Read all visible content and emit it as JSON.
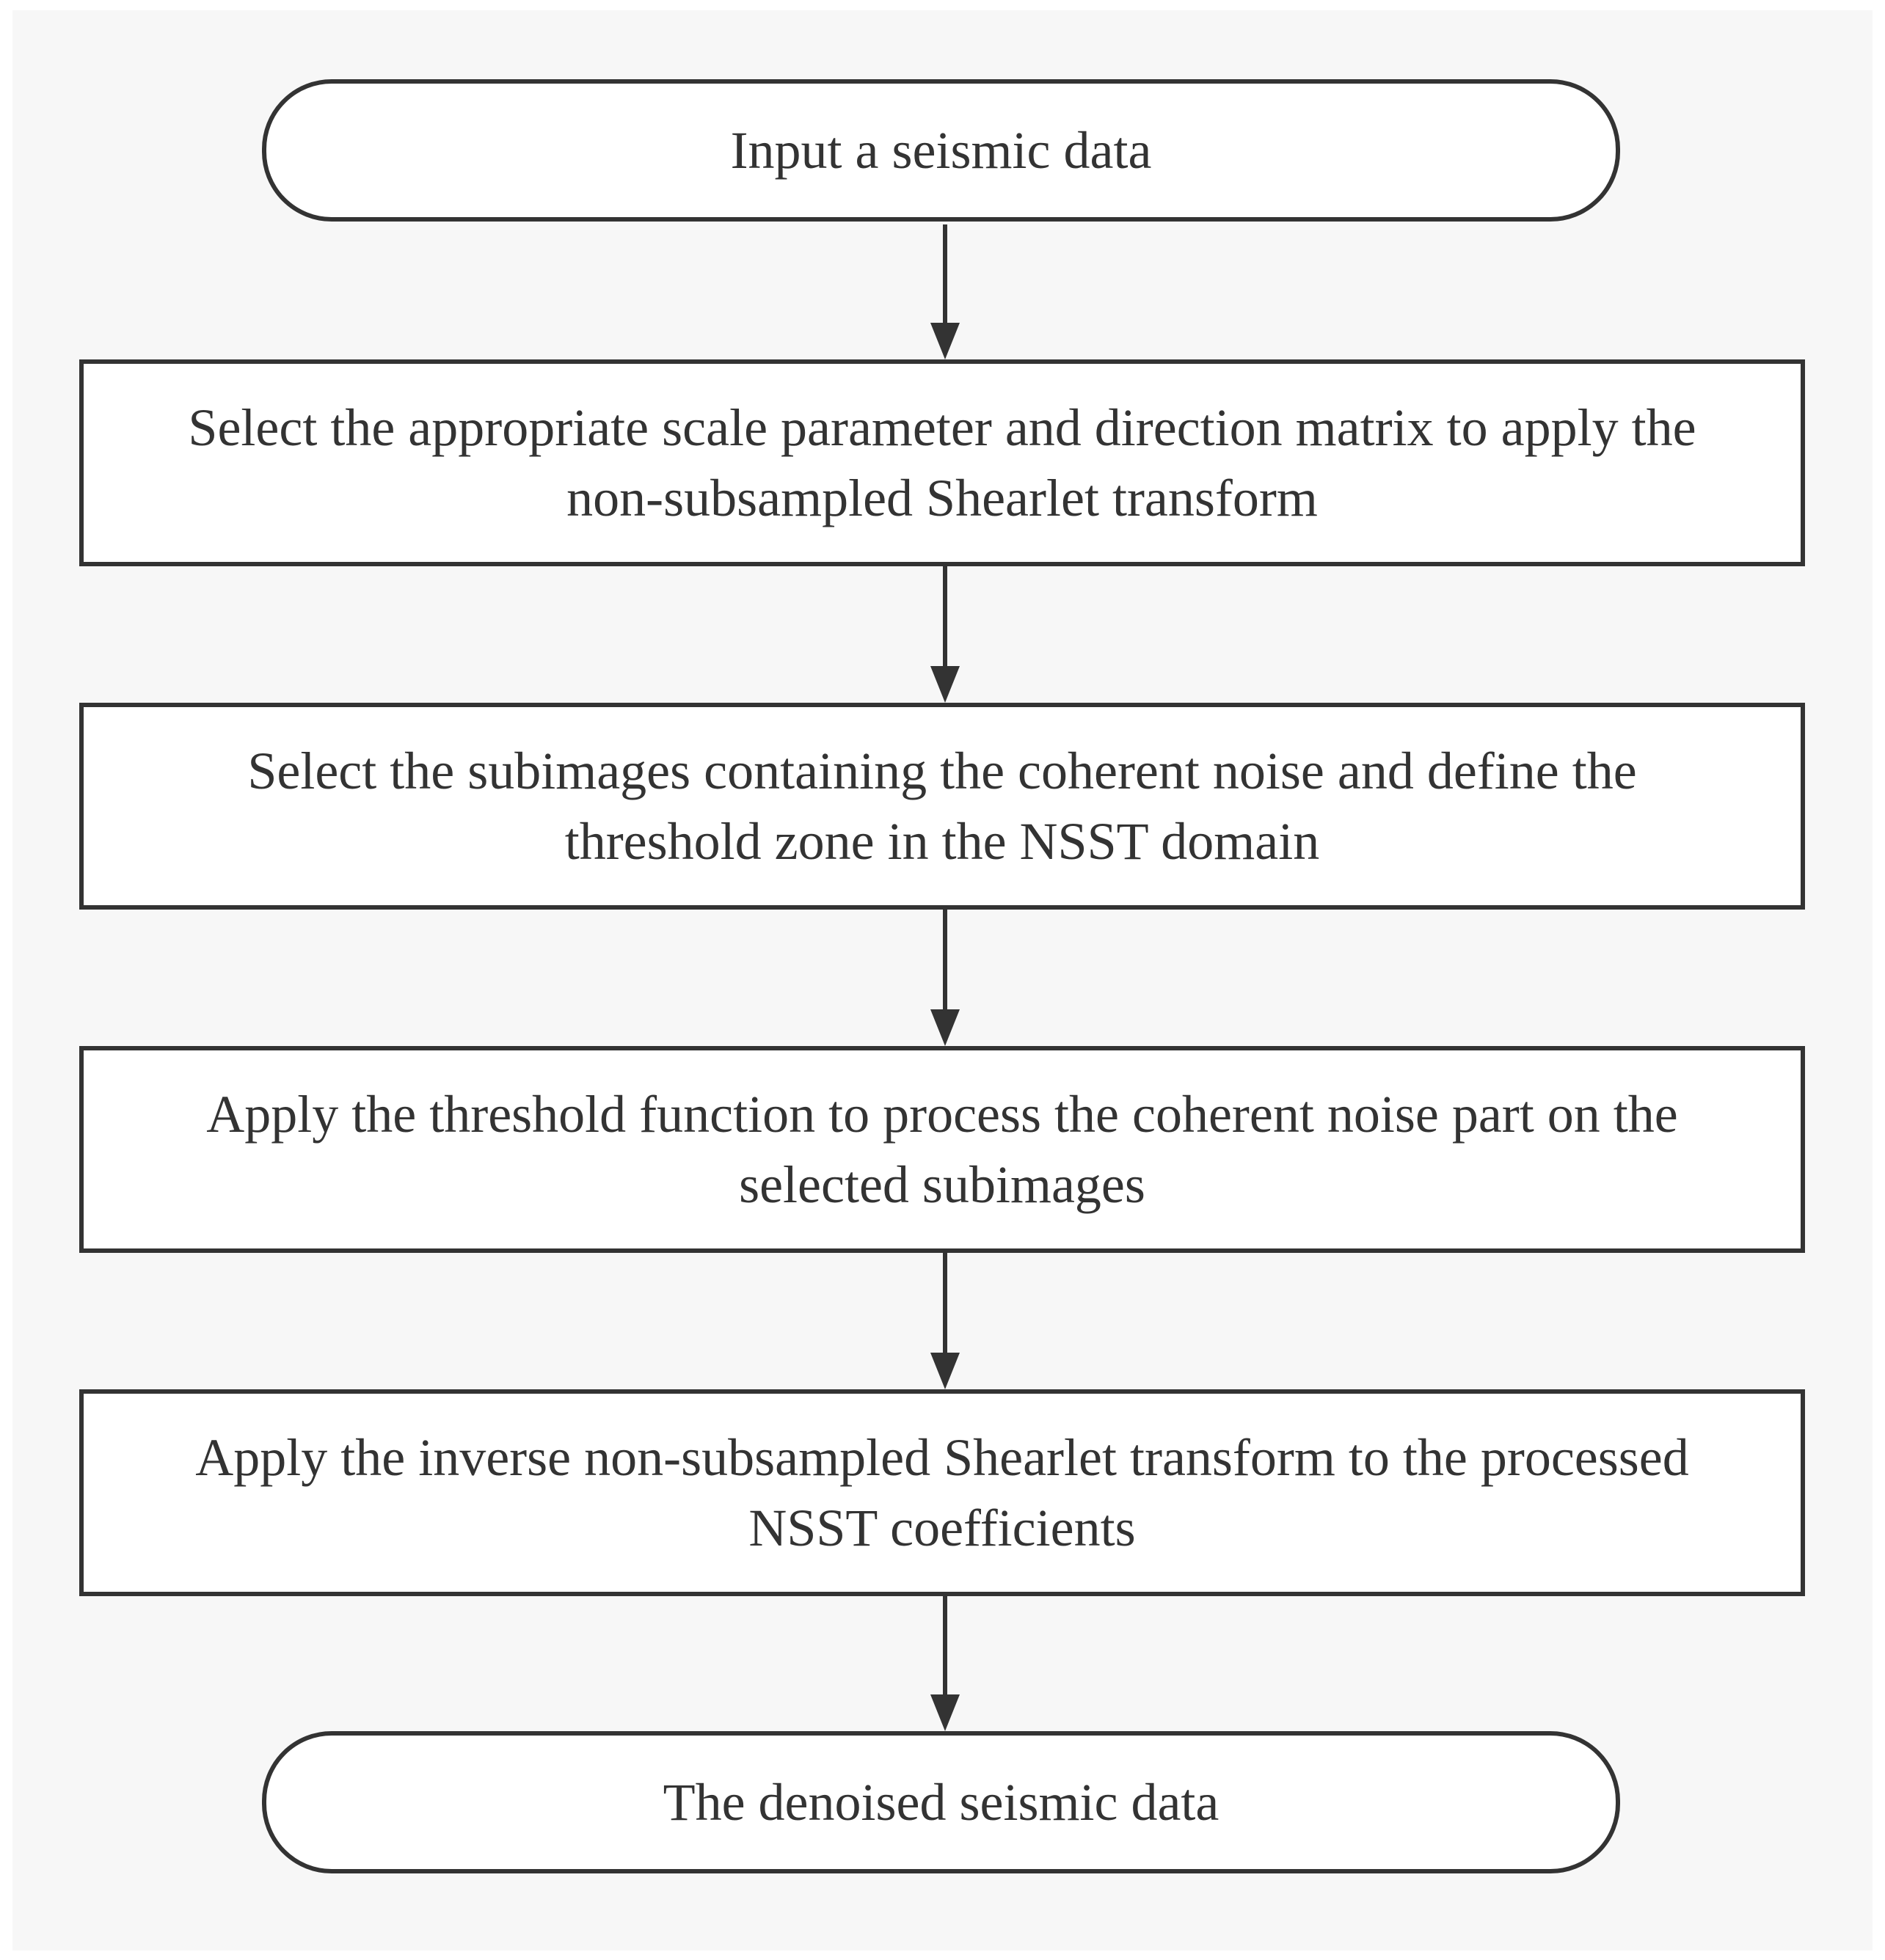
{
  "flowchart": {
    "start": {
      "label": "Input a seismic data"
    },
    "steps": [
      {
        "label": "Select the appropriate scale parameter and direction matrix to apply the\nnon-subsampled Shearlet transform"
      },
      {
        "label": "Select the subimages containing the coherent noise and define the\nthreshold zone in the NSST domain"
      },
      {
        "label": "Apply the threshold function to process the coherent noise part on the\nselected subimages"
      },
      {
        "label": "Apply the inverse non-subsampled Shearlet transform to the processed\nNSST coefficients"
      }
    ],
    "end": {
      "label": "The denoised seismic data"
    }
  },
  "colors": {
    "stroke": "#333333",
    "text": "#333333",
    "node_fill": "#ffffff",
    "canvas_bg": "#f7f7f7"
  }
}
